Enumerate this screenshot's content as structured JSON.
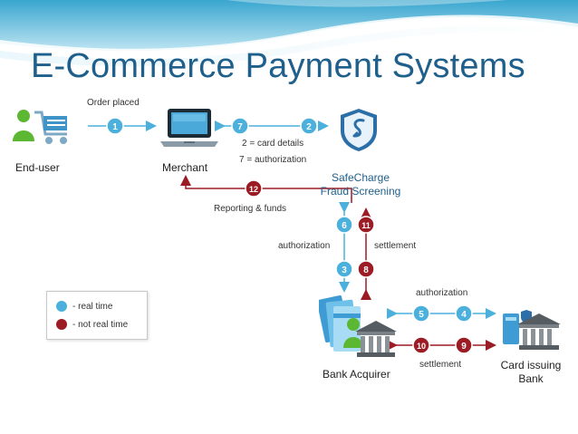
{
  "slide": {
    "title": "E-Commerce  Payment Systems"
  },
  "colors": {
    "realtime": "#4bb0dc",
    "not_realtime": "#9b1c24",
    "title": "#1f5f8b"
  },
  "nodes": {
    "end_user": {
      "label": "End-user",
      "icon": "shopping-cart-person-icon"
    },
    "merchant": {
      "label": "Merchant",
      "icon": "laptop-icon"
    },
    "safecharge": {
      "label_line1": "SafeCharge",
      "label_line2": "Fraud Screening",
      "icon": "shield-icon"
    },
    "bank_acquirer": {
      "label": "Bank Acquirer",
      "icon": "bank-cards-person-icon"
    },
    "card_issuing_bank": {
      "label_line1": "Card issuing",
      "label_line2": "Bank",
      "icon": "bank-shield-icon"
    }
  },
  "annotations": {
    "order_placed": "Order placed",
    "card_details": "2 = card details",
    "authorization_note": "7 = authorization",
    "reporting_funds": "Reporting & funds",
    "authorization_vertical": "authorization",
    "settlement_vertical": "settlement",
    "authorization_horizontal": "authorization",
    "settlement_horizontal": "settlement"
  },
  "steps": [
    {
      "id": "s1",
      "num": "1",
      "kind": "realtime"
    },
    {
      "id": "s2",
      "num": "2",
      "kind": "realtime"
    },
    {
      "id": "s3",
      "num": "3",
      "kind": "realtime"
    },
    {
      "id": "s4",
      "num": "4",
      "kind": "realtime"
    },
    {
      "id": "s5",
      "num": "5",
      "kind": "realtime"
    },
    {
      "id": "s6",
      "num": "6",
      "kind": "realtime"
    },
    {
      "id": "s7",
      "num": "7",
      "kind": "realtime"
    },
    {
      "id": "s8",
      "num": "8",
      "kind": "not_realtime"
    },
    {
      "id": "s9",
      "num": "9",
      "kind": "not_realtime"
    },
    {
      "id": "s10",
      "num": "10",
      "kind": "not_realtime"
    },
    {
      "id": "s11",
      "num": "11",
      "kind": "not_realtime"
    },
    {
      "id": "s12",
      "num": "12",
      "kind": "not_realtime"
    }
  ],
  "legend": {
    "realtime_label": "- real time",
    "not_realtime_label": "- not real time"
  }
}
